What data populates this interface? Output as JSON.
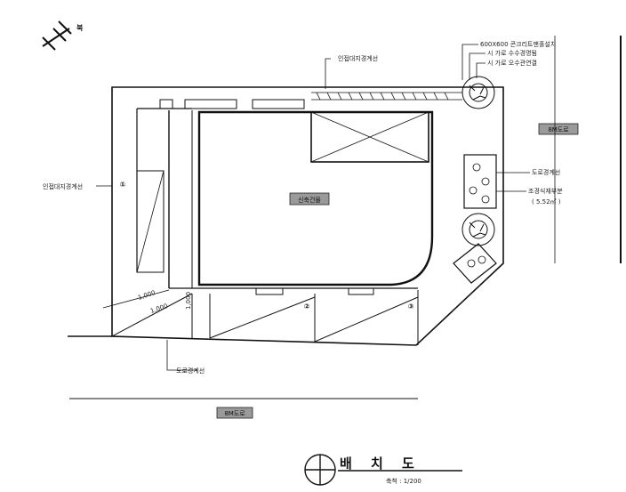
{
  "north_label": "북",
  "labels": {
    "top_boundary": "인접대지경계선",
    "tree_note_1": "600X600 콘크리트맨홀설치",
    "tree_note_2": "시 가로 수수경명됨",
    "tree_note_3": "시 가로 오수관연결",
    "road_right": "8M도로",
    "road_bottom": "8M도로",
    "left_boundary": "인접대지경계선",
    "planter_line": "도로경계선",
    "planting_area": "조경식재부분",
    "planting_area_value": "( 5.52㎡ )",
    "road_boundary_bottom": "도로경계선",
    "building": "신축건물",
    "dim_1": "1,000",
    "dim_2": "1,000",
    "dim_3": "1,000"
  },
  "parking_numbers": [
    "①",
    "②",
    "③"
  ],
  "title": {
    "text": "배 치 도",
    "scale": "축척 : 1/200"
  }
}
